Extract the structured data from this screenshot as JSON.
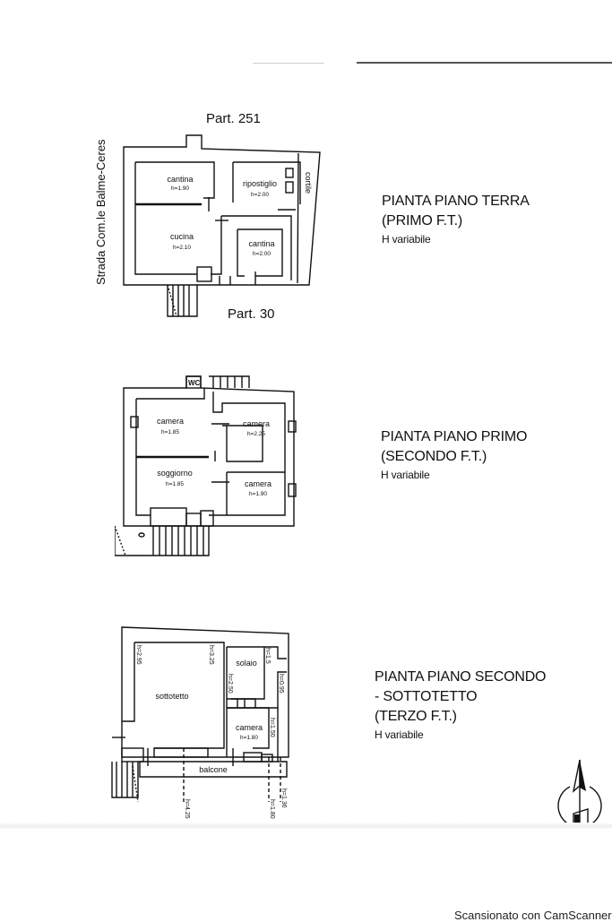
{
  "document": {
    "footer_text": "Scansionato con CamScanner"
  },
  "ground_floor": {
    "title_line1": "PIANTA PIANO TERRA",
    "title_line2": "(PRIMO F.T.)",
    "note": "H variabile",
    "north_boundary": "Part. 251",
    "south_boundary": "Part. 30",
    "road_label": "Strada Com.le Balme-Ceres",
    "courtyard_label": "cortile",
    "rooms": [
      {
        "name": "cantina",
        "height": "h=1.90"
      },
      {
        "name": "ripostiglio",
        "height": "h=2.00"
      },
      {
        "name": "cucina",
        "height": "h=2.10"
      },
      {
        "name": "cantina",
        "height": "h=2.00"
      }
    ]
  },
  "first_floor": {
    "title_line1": "PIANTA PIANO PRIMO",
    "title_line2": "(SECONDO F.T.)",
    "note": "H variabile",
    "wc_label": "WC",
    "rooms": [
      {
        "name": "camera",
        "height": "h=1.85"
      },
      {
        "name": "camera",
        "height": "h=2.25"
      },
      {
        "name": "soggiorno",
        "height": "h=1.85"
      },
      {
        "name": "camera",
        "height": "h=1.90"
      }
    ]
  },
  "second_floor": {
    "title_line1": "PIANTA PIANO SECONDO",
    "title_line2": " - SOTTOTETTO",
    "title_line3": "(TERZO F.T.)",
    "note": "H variabile",
    "rooms": [
      {
        "name": "sottotetto",
        "height": ""
      },
      {
        "name": "solaio",
        "height": ""
      },
      {
        "name": "camera",
        "height": "h=1.80"
      }
    ],
    "balcony_label": "balcone",
    "height_marks": {
      "sottotetto_left": "h=2.95",
      "sottotetto_right": "h=3.25",
      "solaio_top": "h=1.5",
      "solaio_left": "h=2.50",
      "solaio_right": "h=0.95",
      "camera_right": "h=1.50",
      "below_1": "h=4.25",
      "below_2": "h=1.80",
      "below_3": "h=1.36"
    }
  },
  "colors": {
    "ink": "#111111",
    "paper": "#ffffff",
    "scan_band": "#eeeeee"
  }
}
